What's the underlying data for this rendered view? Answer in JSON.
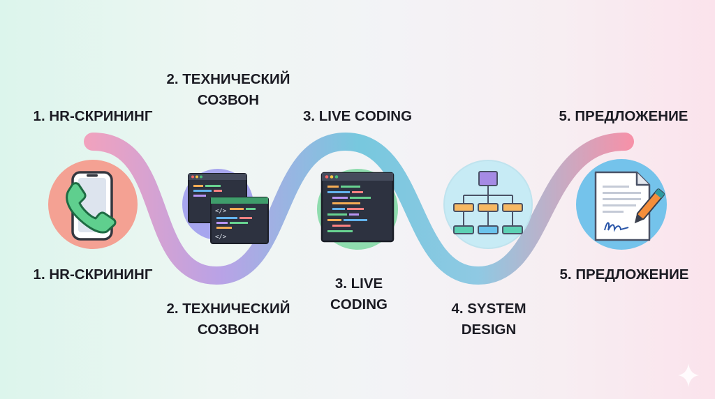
{
  "steps": [
    {
      "top_label": [
        "1. HR-СКРИНИНГ"
      ],
      "bottom_label": [
        "1. HR-СКРИНИНГ"
      ],
      "icon": "phone-icon",
      "circle_color": "#f4a193"
    },
    {
      "top_label": [
        "2. ТЕХНИЧЕСКИЙ",
        "СОЗВОН"
      ],
      "bottom_label": [
        "2. ТЕХНИЧЕСКИЙ",
        "СОЗВОН"
      ],
      "icon": "code-windows-icon",
      "circle_color": "#a7a6ee"
    },
    {
      "top_label": [
        "3. LIVE CODING"
      ],
      "bottom_label": [
        "3. LIVE",
        "CODING"
      ],
      "icon": "code-editor-icon",
      "circle_color": "#8fdcae"
    },
    {
      "bottom_label": [
        "4. SYSTEM",
        "DESIGN"
      ],
      "icon": "hierarchy-diagram-icon",
      "circle_color": "#c7ebf5"
    },
    {
      "top_label": [
        "5. ПРЕДЛОЖЕНИЕ"
      ],
      "bottom_label": [
        "5. ПРЕДЛОЖЕНИЕ"
      ],
      "icon": "signed-document-icon",
      "circle_color": "#74c3eb"
    }
  ],
  "path_gradient": [
    "#f2a2bd",
    "#b9a2e6",
    "#77c8de",
    "#8fc9e3",
    "#f691a8"
  ],
  "decorative_icon": "sparkle-icon"
}
